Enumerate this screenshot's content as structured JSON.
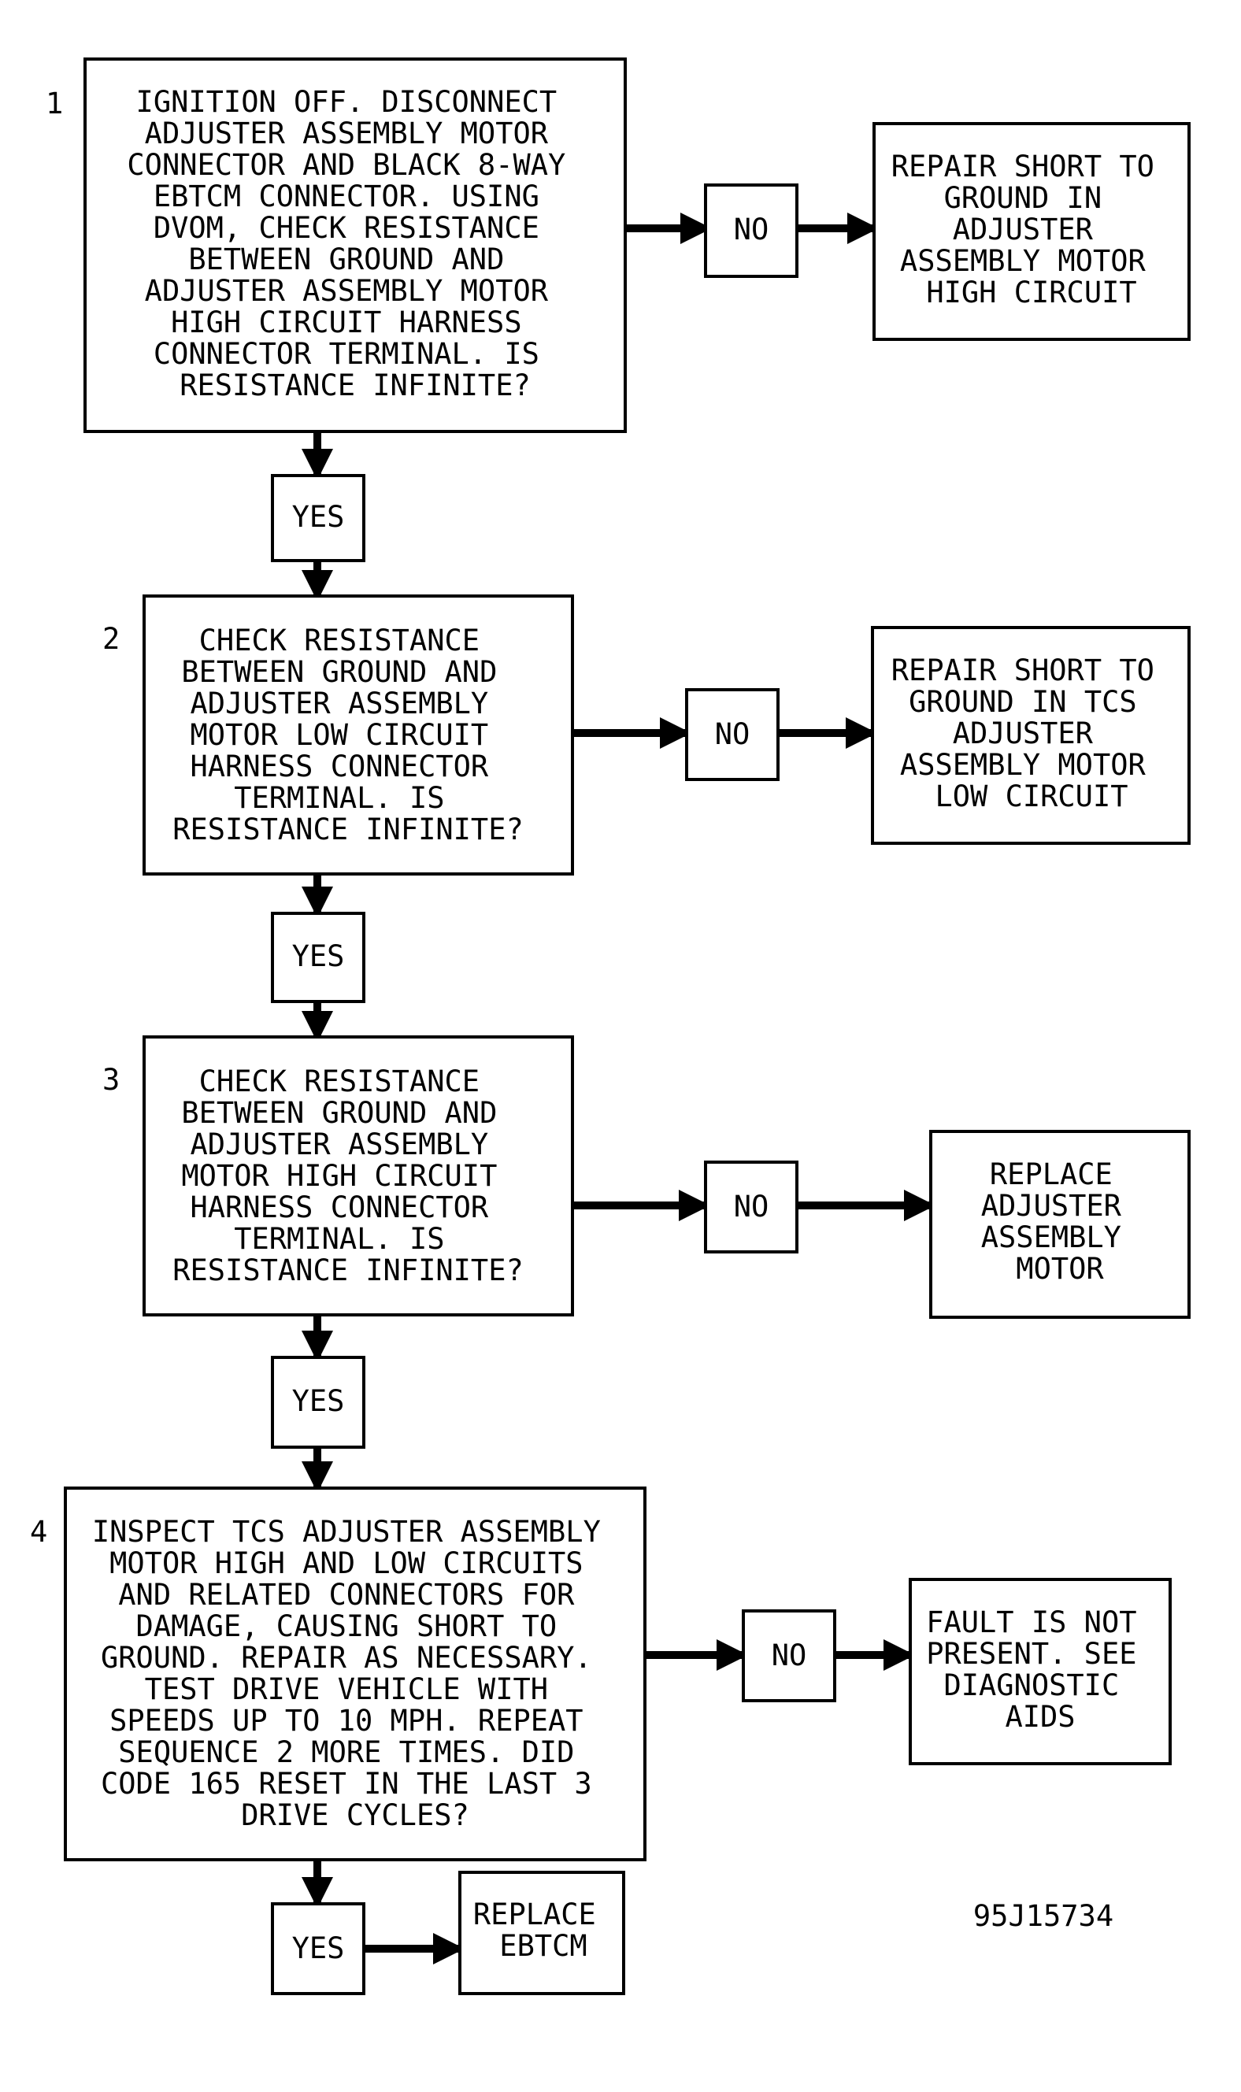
{
  "diagram": {
    "figure_id": "95J15734",
    "steps": [
      {
        "number": "1",
        "question": [
          "IGNITION OFF. DISCONNECT",
          "ADJUSTER ASSEMBLY MOTOR",
          "CONNECTOR AND BLACK 8-WAY",
          "EBTCM CONNECTOR. USING",
          "DVOM, CHECK RESISTANCE",
          "BETWEEN GROUND AND",
          "ADJUSTER ASSEMBLY MOTOR",
          "HIGH CIRCUIT HARNESS",
          "CONNECTOR TERMINAL. IS",
          "RESISTANCE INFINITE?"
        ],
        "no_label": "NO",
        "no_action": [
          "REPAIR SHORT TO",
          "GROUND IN",
          "ADJUSTER",
          "ASSEMBLY MOTOR",
          "HIGH CIRCUIT"
        ],
        "yes_label": "YES"
      },
      {
        "number": "2",
        "question": [
          "CHECK RESISTANCE",
          "BETWEEN GROUND AND",
          "ADJUSTER ASSEMBLY",
          "MOTOR LOW CIRCUIT",
          "HARNESS CONNECTOR",
          "TERMINAL. IS",
          "RESISTANCE INFINITE?"
        ],
        "no_label": "NO",
        "no_action": [
          "REPAIR SHORT TO",
          "GROUND IN TCS",
          "ADJUSTER",
          "ASSEMBLY MOTOR",
          "LOW CIRCUIT"
        ],
        "yes_label": "YES"
      },
      {
        "number": "3",
        "question": [
          "CHECK RESISTANCE",
          "BETWEEN GROUND AND",
          "ADJUSTER ASSEMBLY",
          "MOTOR HIGH CIRCUIT",
          "HARNESS CONNECTOR",
          "TERMINAL. IS",
          "RESISTANCE INFINITE?"
        ],
        "no_label": "NO",
        "no_action": [
          "REPLACE",
          "ADJUSTER",
          "ASSEMBLY",
          "MOTOR"
        ],
        "yes_label": "YES"
      },
      {
        "number": "4",
        "question": [
          "INSPECT TCS ADJUSTER ASSEMBLY",
          "MOTOR HIGH AND LOW CIRCUITS",
          "AND RELATED CONNECTORS FOR",
          "DAMAGE, CAUSING SHORT TO",
          "GROUND. REPAIR AS NECESSARY.",
          "TEST DRIVE VEHICLE WITH",
          "SPEEDS UP TO 10 MPH. REPEAT",
          "SEQUENCE 2 MORE TIMES. DID",
          "CODE 165 RESET IN THE LAST 3",
          "DRIVE CYCLES?"
        ],
        "no_label": "NO",
        "no_action": [
          "FAULT IS NOT",
          "PRESENT. SEE",
          "DIAGNOSTIC",
          "AIDS"
        ],
        "yes_label": "YES",
        "yes_action": [
          "REPLACE",
          "EBTCM"
        ]
      }
    ]
  }
}
